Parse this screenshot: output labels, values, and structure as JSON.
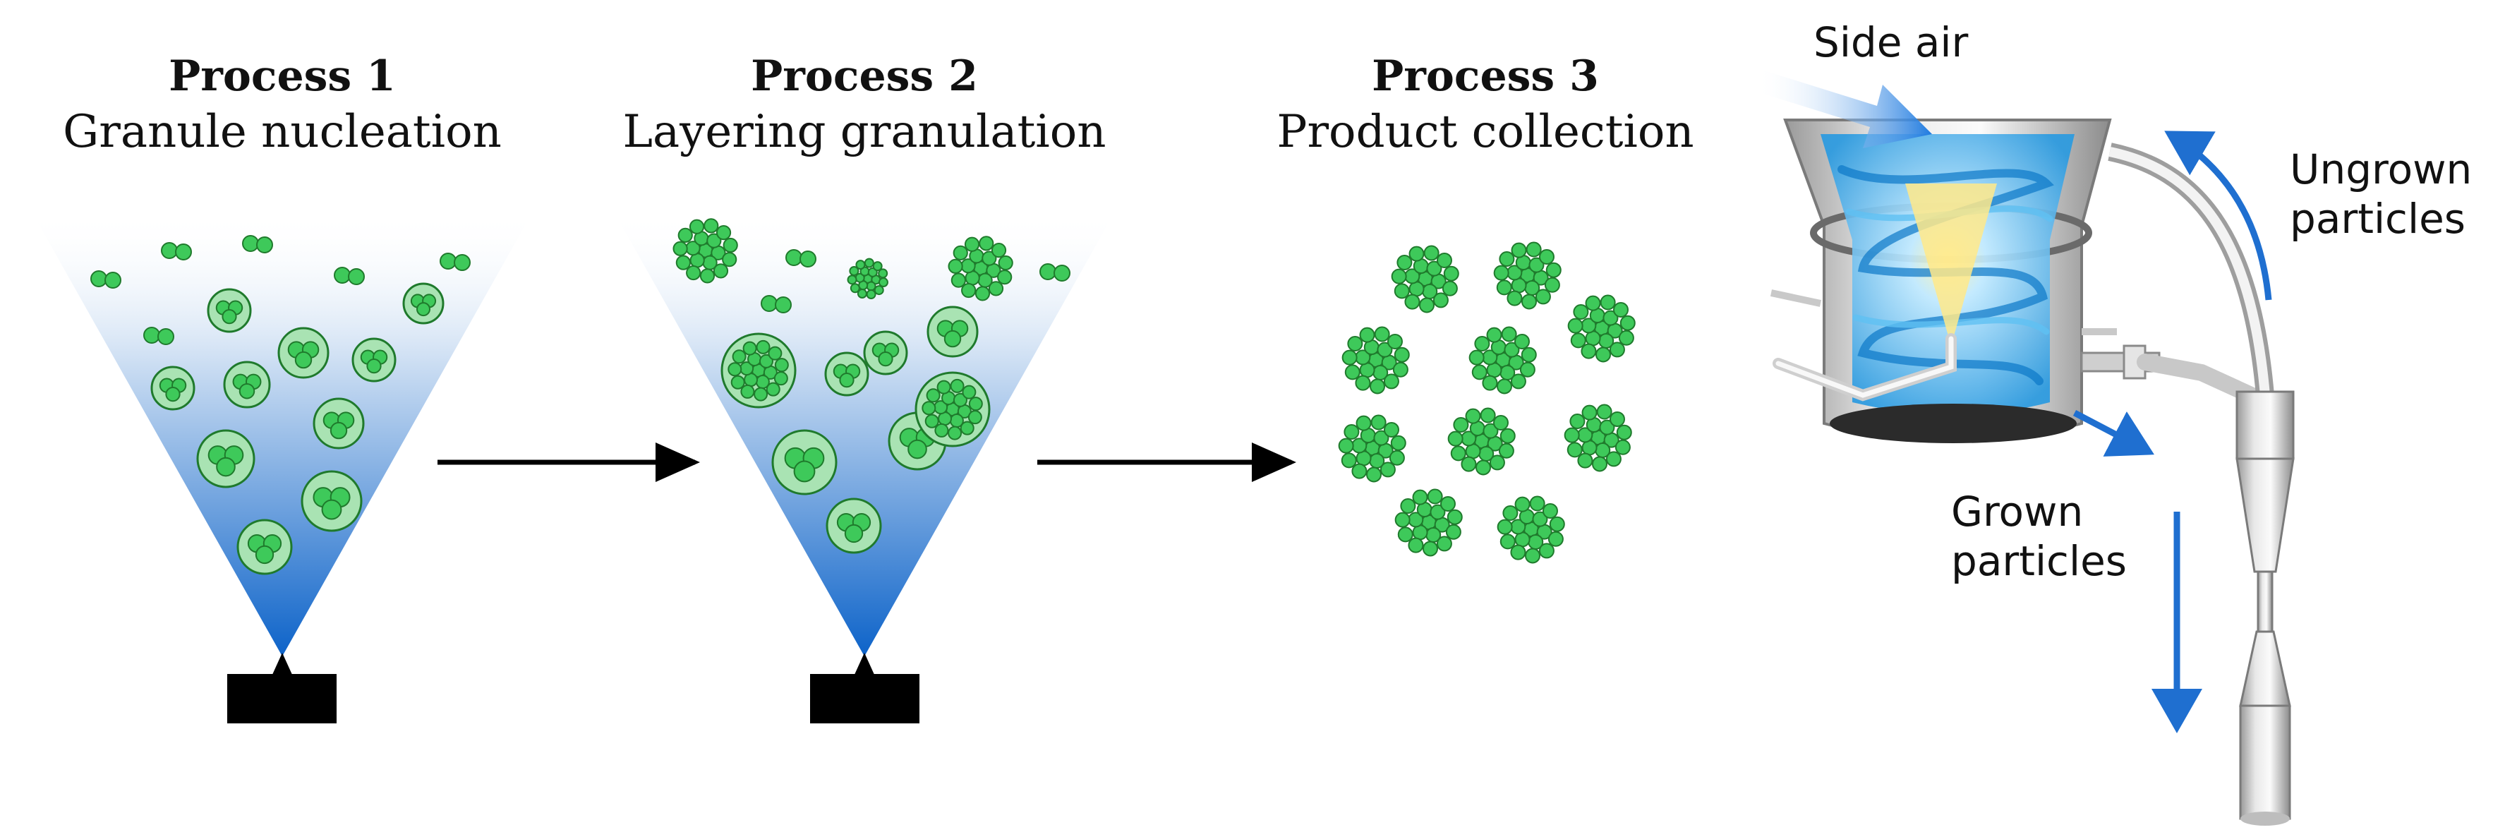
{
  "processes": [
    {
      "title": "Process 1",
      "subtitle": "Granule nucleation"
    },
    {
      "title": "Process 2",
      "subtitle": "Layering granulation"
    },
    {
      "title": "Process 3",
      "subtitle": "Product collection"
    }
  ],
  "labels": {
    "side_air": "Side air",
    "ungrown_line1": "Ungrown",
    "ungrown_line2": "particles",
    "grown_line1": "Grown",
    "grown_line2": "particles"
  },
  "colors": {
    "particle_fill": "#3ec95a",
    "particle_stroke": "#1f7a2c",
    "granule_shell": "#a9e3b3",
    "spray_blue": "#1a6fd1",
    "arrow_blue": "#1f6fd0",
    "nozzle": "#000000"
  }
}
